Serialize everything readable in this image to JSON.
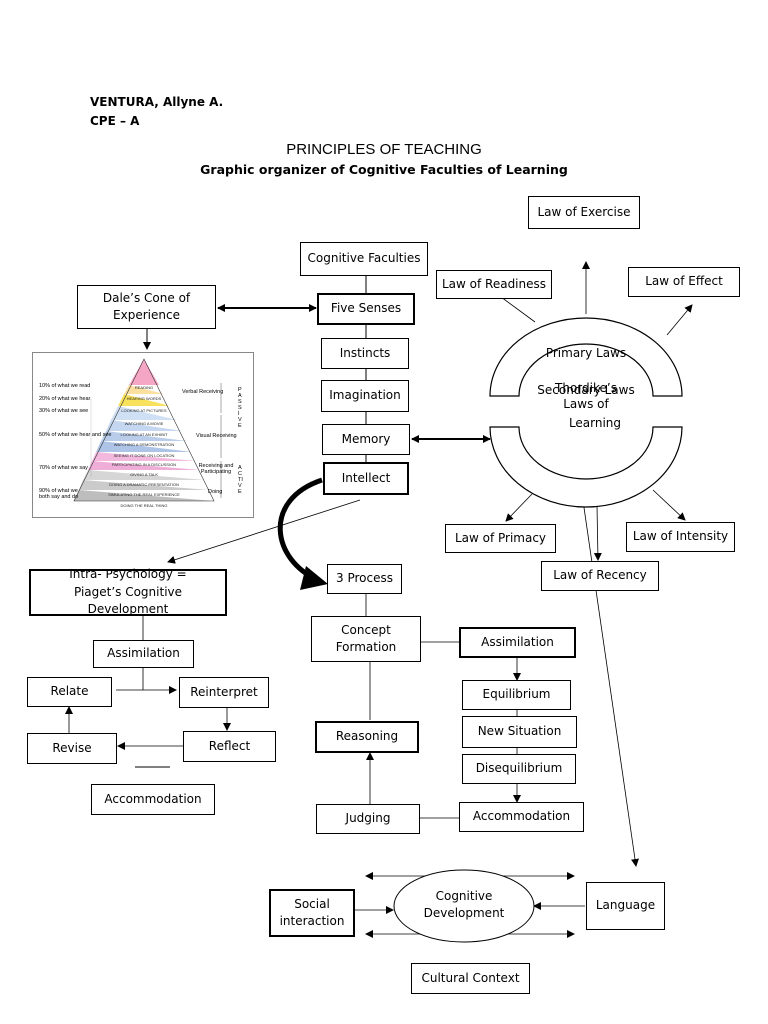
{
  "header": {
    "author": "VENTURA, Allyne A.",
    "section": "CPE – A"
  },
  "title": "PRINCIPLES OF TEACHING",
  "subtitle": "Graphic organizer of Cognitive Faculties of Learning",
  "spine": {
    "cognitive_faculties": "Cognitive Faculties",
    "five_senses": "Five Senses",
    "instincts": "Instincts",
    "imagination": "Imagination",
    "memory": "Memory",
    "intellect": "Intellect"
  },
  "dale": {
    "box": "Dale’s Cone of Experience",
    "left_labels": [
      "10% of what we read",
      "20% of what we hear",
      "30% of what we see",
      "50% of what we hear and see",
      "70% of what we say",
      "90% of what we both say and do"
    ],
    "right_labels": [
      "Verbal Receiving",
      "Visual Receiving",
      "Receiving and Participating",
      "Doing"
    ],
    "side_words": [
      "PASSIVE",
      "ACTIVE"
    ],
    "bands": [
      "READING",
      "HEARING WORDS",
      "LOOKING AT PICTURES",
      "WATCHING A MOVIE",
      "LOOKING AT AN EXHIBIT",
      "WATCHING A DEMONSTRATION",
      "SEEING IT DONE ON LOCATION",
      "PARTICIPATING IN A DISCUSSION",
      "GIVING A TALK",
      "DOING A DRAMATIC PRESENTATION",
      "SIMULATING THE REAL EXPERIENCE",
      "DOING THE REAL THING"
    ]
  },
  "thorndike": {
    "primary": "Primary Laws",
    "secondary": "Secondary Laws",
    "center_a": "Thordike’s",
    "center_b": "Laws of",
    "center_c": "Learning",
    "exercise": "Law of Exercise",
    "readiness": "Law of Readiness",
    "effect": "Law of Effect",
    "primacy": "Law of Primacy",
    "intensity": "Law of Intensity",
    "recency": "Law of Recency"
  },
  "piaget": {
    "title": "Intra- Psychology = Piaget’s Cognitive Development",
    "assimilation": "Assimilation",
    "relate": "Relate",
    "reinterpret": "Reinterpret",
    "revise": "Revise",
    "reflect": "Reflect",
    "accommodation": "Accommodation"
  },
  "process": {
    "title": "3 Process",
    "concept": "Concept Formation",
    "reasoning": "Reasoning",
    "judging": "Judging",
    "assimilation": "Assimilation",
    "equilibrium": "Equilibrium",
    "new_situation": "New Situation",
    "disequilibrium": "Disequilibrium",
    "accommodation": "Accommodation"
  },
  "vygotsky": {
    "center": "Cognitive Development",
    "social": "Social interaction",
    "language": "Language",
    "cultural": "Cultural Context"
  },
  "colors": {
    "line": "#000000",
    "background": "#ffffff"
  }
}
